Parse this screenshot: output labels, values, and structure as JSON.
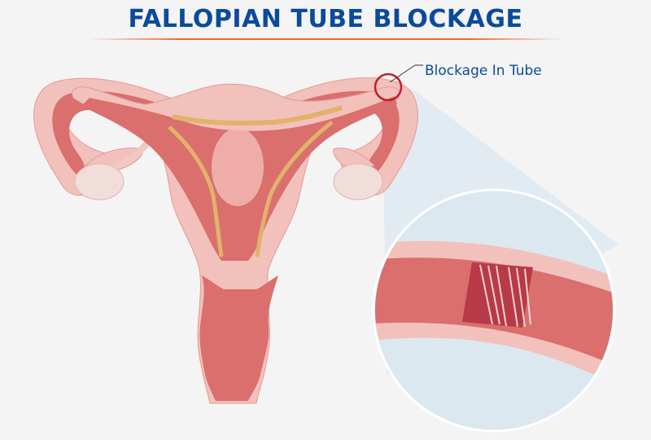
{
  "header": {
    "title": "FALLOPIAN TUBE BLOCKAGE"
  },
  "diagram": {
    "subject": "uterus-and-fallopian-tubes",
    "callout": {
      "label": "Blockage In Tube"
    },
    "colors": {
      "background": "#f4f4f4",
      "title_blue": "#0a4b9b",
      "accent_orange": "#e8692a",
      "tissue_light": "#f3c1bc",
      "tissue_mid": "#f0b4ae",
      "lumen_red": "#da6f6d",
      "endometrium_tan": "#e2b26b",
      "ovary": "#f1dedb",
      "magnifier_blue": "#dbe8f0",
      "marker_red": "#c0202a"
    }
  }
}
